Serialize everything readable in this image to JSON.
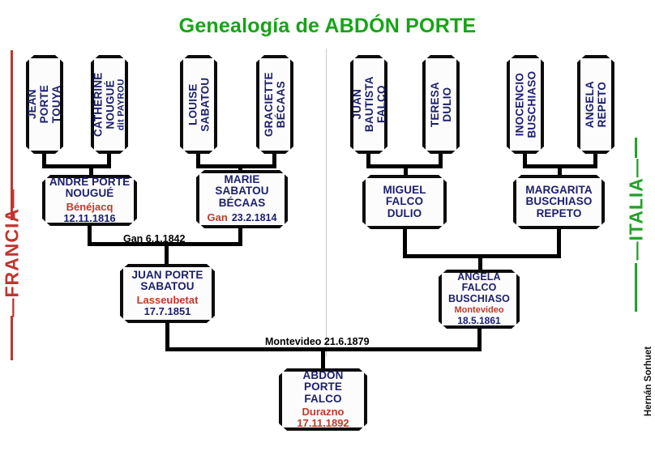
{
  "title": "Genealogía de ABDÓN PORTE",
  "credit": "Hernán Sorhuet",
  "sides": {
    "left": {
      "label": "—FRANCIA—",
      "color": "#c1352f"
    },
    "right": {
      "label": "—ITALIA—",
      "color": "#22a22a"
    }
  },
  "colors": {
    "title_green": "#16a416",
    "name_blue": "#1b1f6b",
    "place_red": "#c0392b",
    "france_red": "#c1352f",
    "italy_green": "#22a22a",
    "box_border": "#0c0c0c"
  },
  "generation1": [
    {
      "line1": "JEAN",
      "line2": "PORTE",
      "line3": "TOUYA",
      "sub": ""
    },
    {
      "line1": "CATHERINE",
      "line2": "NOUGUÉ",
      "line3": "",
      "sub": "dit PAYROU"
    },
    {
      "line1": "LOUISE",
      "line2": "SABATOU",
      "line3": "",
      "sub": ""
    },
    {
      "line1": "GRACIETTE",
      "line2": "BÉCAAS",
      "line3": "",
      "sub": ""
    },
    {
      "line1": "JUAN",
      "line2": "BAUTISTA",
      "line3": "FALCO",
      "sub": ""
    },
    {
      "line1": "TERESA",
      "line2": "DULIO",
      "line3": "",
      "sub": ""
    },
    {
      "line1": "INOCENCIO",
      "line2": "BUSCHIASO",
      "line3": "",
      "sub": ""
    },
    {
      "line1": "ANGELA",
      "line2": "REPETO",
      "line3": "",
      "sub": ""
    }
  ],
  "generation2": {
    "andre": {
      "name": "ANDRÉ PORTE NOUGUÉ",
      "place": "Bénéjacq",
      "date": "12.11.1816",
      "date_color": "blue",
      "layout": "stacked"
    },
    "marie": {
      "name": "MARIE SABATOU BÉCAAS",
      "place": "Gan",
      "date": "23.2.1814",
      "date_color": "blue",
      "layout": "inline"
    },
    "miguel": {
      "name": "MIGUEL FALCO DULIO",
      "place": "",
      "date": "",
      "date_color": "",
      "layout": "stacked"
    },
    "margarita": {
      "name": "MARGARITA BUSCHIASO REPETO",
      "place": "",
      "date": "",
      "date_color": "",
      "layout": "stacked"
    }
  },
  "generation3": {
    "juan": {
      "name": "JUAN PORTE SABATOU",
      "place": "Lasseubetat",
      "date": "17.7.1851",
      "date_color": "blue"
    },
    "angela": {
      "name": "ANGELA FALCO BUSCHIASO",
      "place": "Montevideo",
      "date": "18.5.1861",
      "date_color": "blue"
    }
  },
  "generation4": {
    "abdon": {
      "name": "ABDÓN PORTE FALCO",
      "place": "Durazno",
      "date": "17.11.1892",
      "date_color": "red"
    }
  },
  "marriages": {
    "gan_1842": "Gan   6.1.1842",
    "montevideo_1879": "Montevideo   21.6.1879"
  }
}
